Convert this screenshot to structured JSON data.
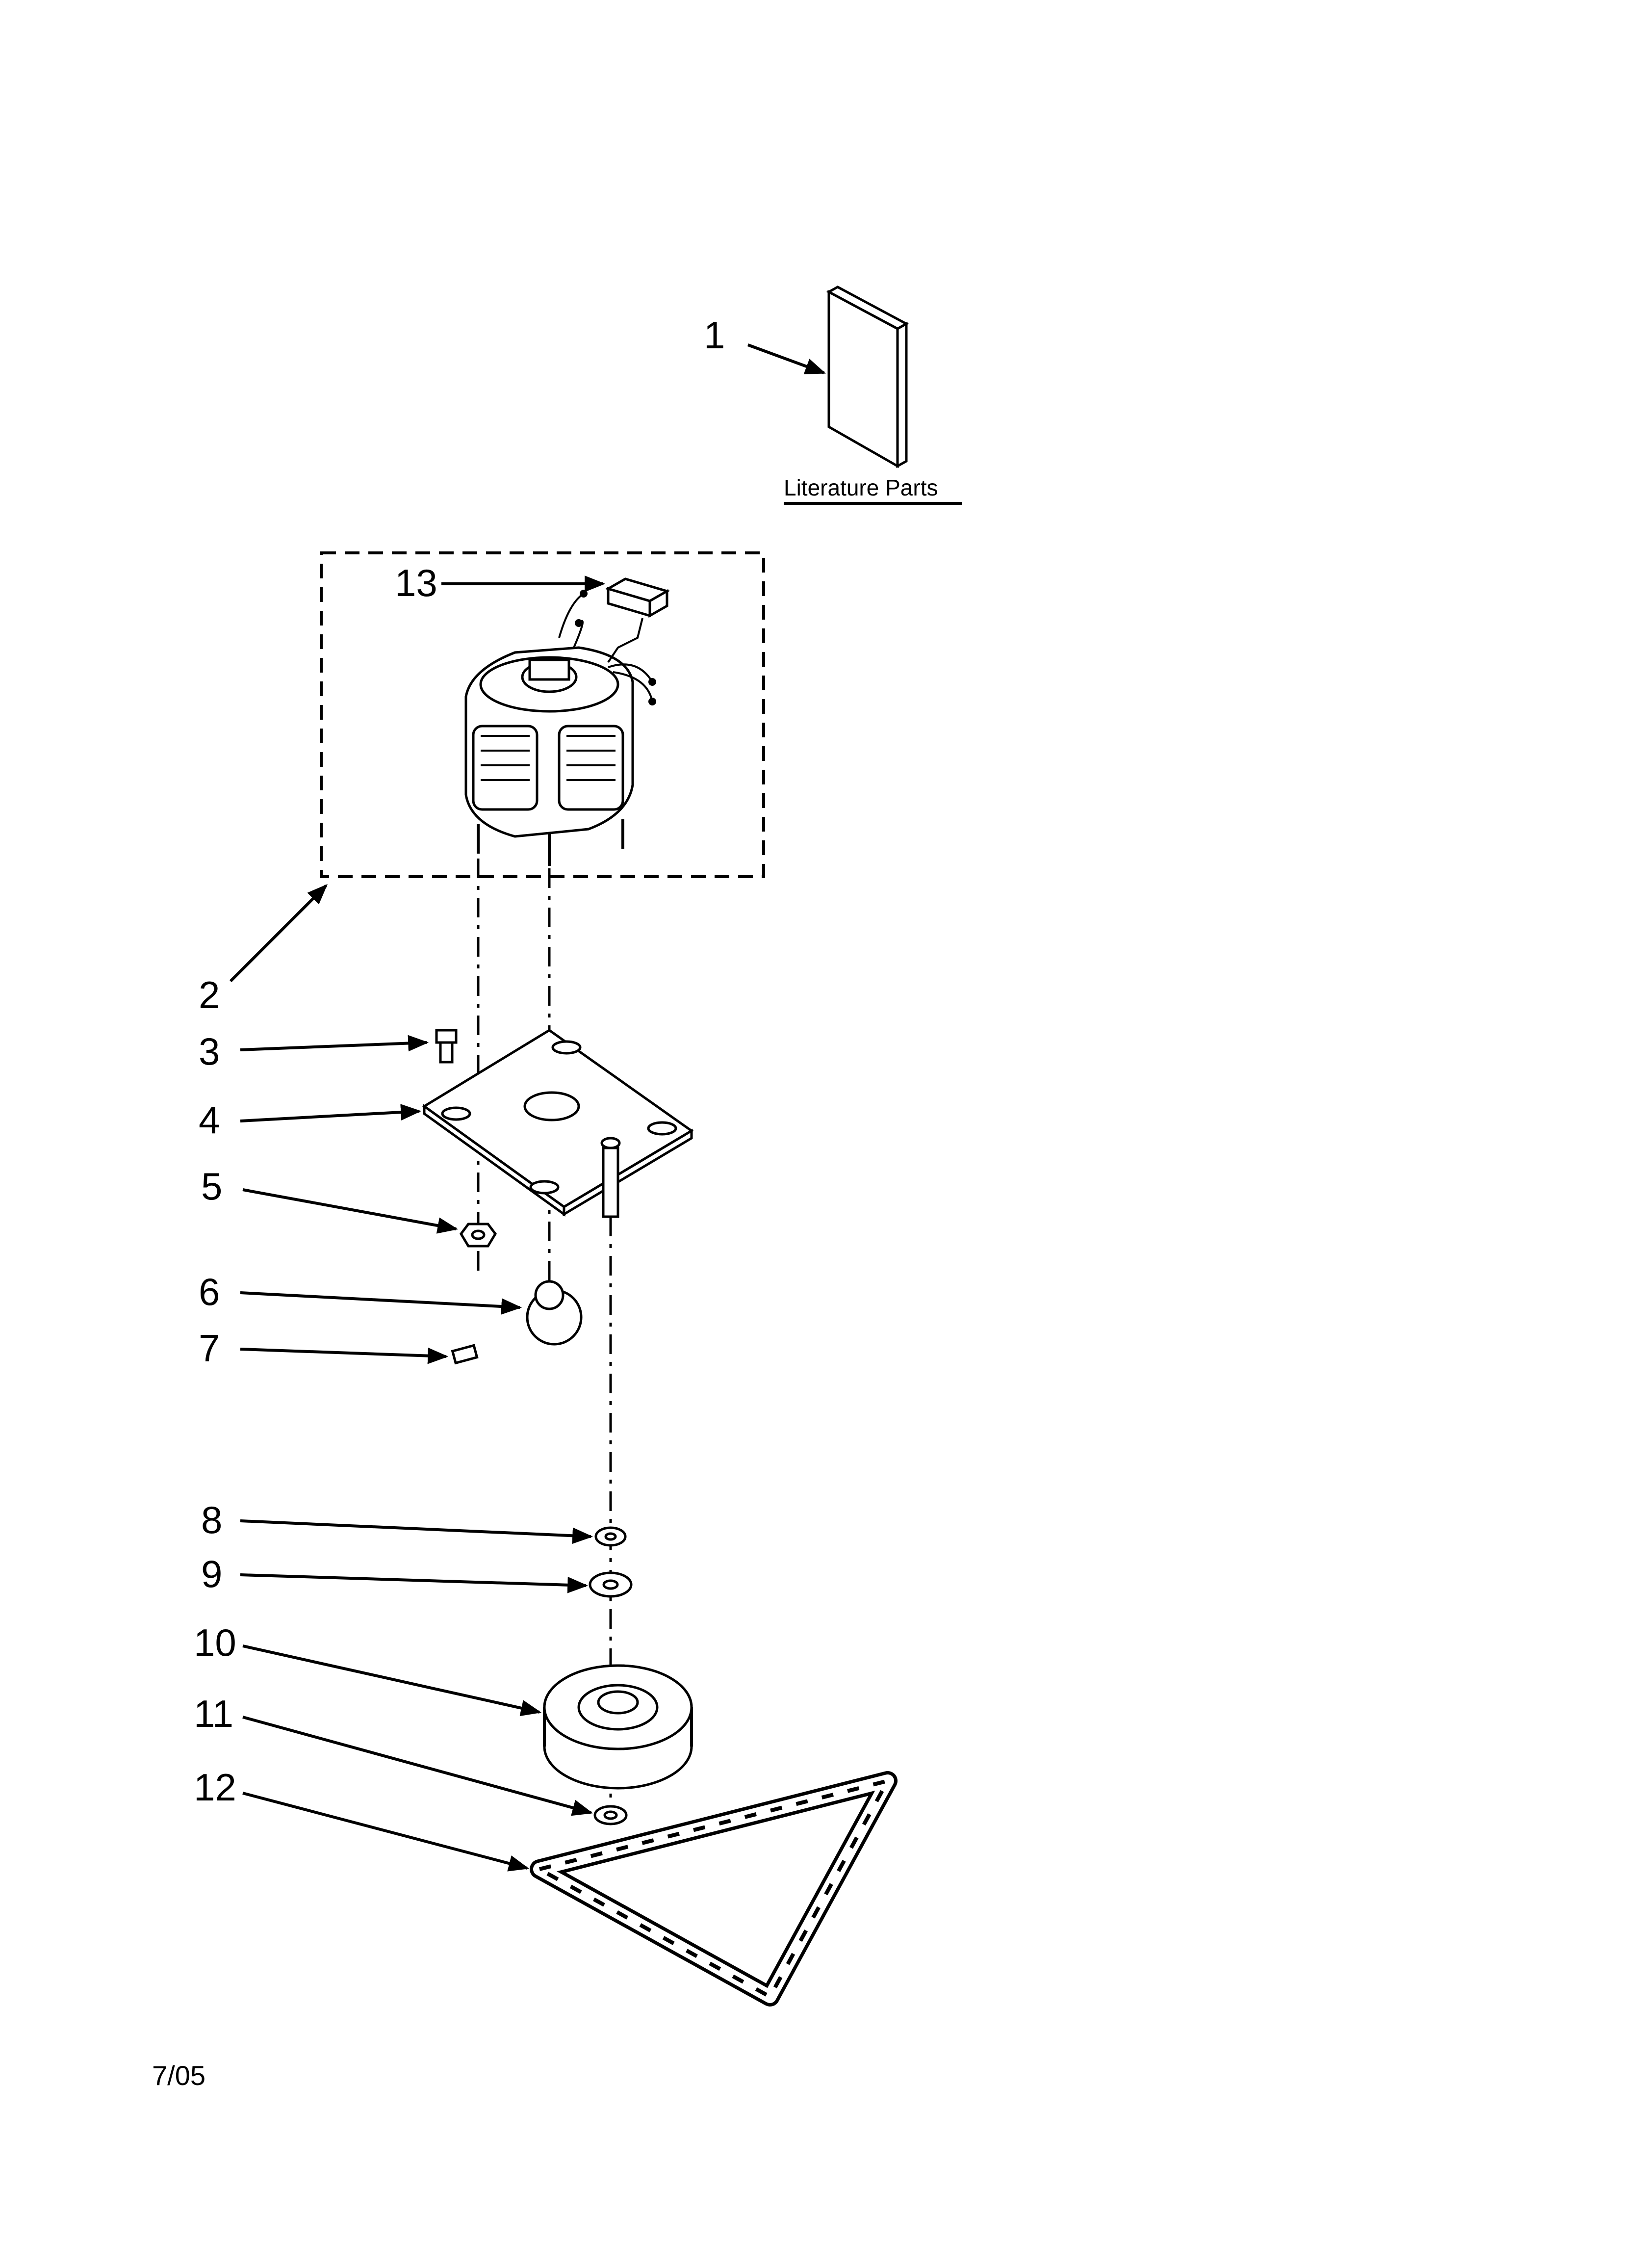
{
  "literature": {
    "label": "Literature Parts"
  },
  "callouts": [
    "1",
    "2",
    "3",
    "4",
    "5",
    "6",
    "7",
    "8",
    "9",
    "10",
    "11",
    "12",
    "13"
  ],
  "footer": {
    "date": "7/05"
  }
}
